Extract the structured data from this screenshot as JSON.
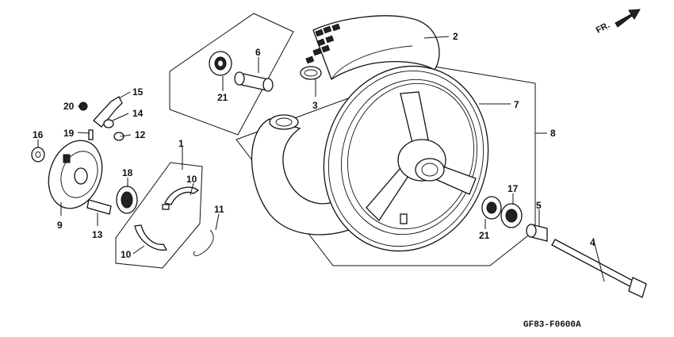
{
  "diagram": {
    "direction_label": "FR.",
    "code": "GF83-F0600A",
    "callouts": {
      "c1": "1",
      "c2": "2",
      "c3": "3",
      "c4": "4",
      "c5": "5",
      "c6": "6",
      "c7": "7",
      "c8": "8",
      "c9": "9",
      "c10a": "10",
      "c10b": "10",
      "c11": "11",
      "c12": "12",
      "c13": "13",
      "c14": "14",
      "c15": "15",
      "c16": "16",
      "c17": "17",
      "c18": "18",
      "c19": "19",
      "c20": "20",
      "c21a": "21",
      "c21b": "21"
    }
  },
  "colors": {
    "line": "#111111",
    "background": "#ffffff"
  }
}
